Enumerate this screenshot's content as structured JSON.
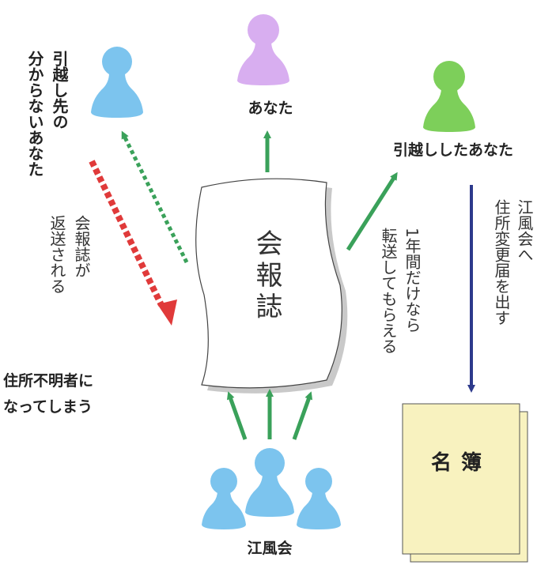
{
  "labels": {
    "you": "あなた",
    "moved_you": "引越ししたあなた",
    "unknown_col1": "引越し先の",
    "unknown_col2": "分からないあなた",
    "returned_col1": "会報誌が",
    "returned_col2": "返送される",
    "unknown_addr_line1": "住所不明者に",
    "unknown_addr_line2": "なってしまう",
    "magazine": "会報誌",
    "forward_col1": "1年間だけなら",
    "forward_col2": "転送してもらえる",
    "notify_col1": "江風会へ",
    "notify_col2": "住所変更届を出す",
    "register": "名簿",
    "association": "江風会"
  },
  "colors": {
    "person_blue": "#7cc4ee",
    "person_purple": "#d8aef0",
    "person_green": "#7dcf5a",
    "arrow_green": "#3aa15a",
    "arrow_red": "#e03a3a",
    "arrow_navy": "#2d3a8c",
    "register_fill": "#f8f2bf"
  }
}
